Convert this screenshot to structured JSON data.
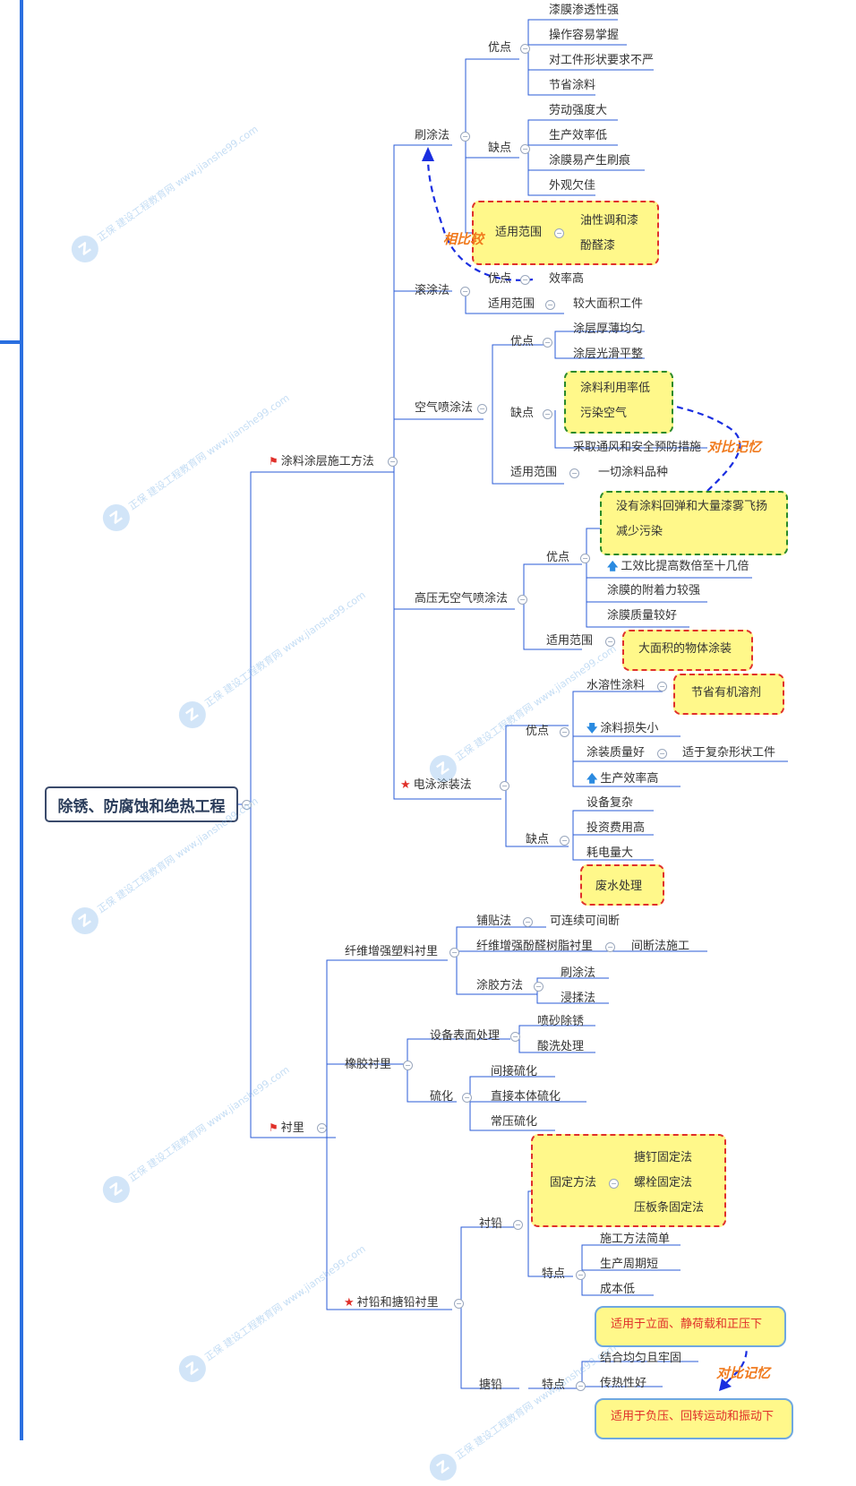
{
  "root": {
    "label": "除锈、防腐蚀和绝热工程"
  },
  "coating": {
    "label": "涂料涂层施工方法",
    "brush": {
      "label": "刷涂法",
      "adv_label": "优点",
      "adv": [
        "漆膜渗透性强",
        "操作容易掌握",
        "对工件形状要求不严",
        "节省涂料"
      ],
      "dis_label": "缺点",
      "dis": [
        "劳动强度大",
        "生产效率低",
        "涂膜易产生刷痕",
        "外观欠佳"
      ],
      "scope_label": "适用范围",
      "scope": [
        "油性调和漆",
        "酚醛漆"
      ]
    },
    "roll": {
      "label": "滚涂法",
      "adv_label": "优点",
      "adv": "效率高",
      "scope_label": "适用范围",
      "scope": "较大面积工件"
    },
    "air": {
      "label": "空气喷涂法",
      "adv_label": "优点",
      "adv": [
        "涂层厚薄均匀",
        "涂层光滑平整"
      ],
      "dis_label": "缺点",
      "dis": [
        "涂料利用率低",
        "污染空气",
        "采取通风和安全预防措施"
      ],
      "scope_label": "适用范围",
      "scope": "一切涂料品种"
    },
    "airless": {
      "label": "高压无空气喷涂法",
      "adv_label": "优点",
      "adv": [
        "没有涂料回弹和大量漆雾飞扬",
        "减少污染",
        "工效比提高数倍至十几倍",
        "涂膜的附着力较强",
        "涂膜质量较好"
      ],
      "scope_label": "适用范围",
      "scope": "大面积的物体涂装"
    },
    "electro": {
      "label": "电泳涂装法",
      "adv_label": "优点",
      "adv": [
        "水溶性涂料",
        "涂料损失小",
        "涂装质量好",
        "生产效率高"
      ],
      "adv_sub_water": "节省有机溶剂",
      "adv_sub_quality": "适于复杂形状工件",
      "dis_label": "缺点",
      "dis": [
        "设备复杂",
        "投资费用高",
        "耗电量大",
        "废水处理"
      ]
    }
  },
  "lining": {
    "label": "衬里",
    "frp": {
      "label": "纤维增强塑料衬里",
      "items": [
        {
          "label": "铺贴法",
          "value": "可连续可间断"
        },
        {
          "label": "纤维增强酚醛树脂衬里",
          "value": "间断法施工"
        }
      ],
      "glue_label": "涂胶方法",
      "glue": [
        "刷涂法",
        "浸揉法"
      ]
    },
    "rubber": {
      "label": "橡胶衬里",
      "surface_label": "设备表面处理",
      "surface": [
        "喷砂除锈",
        "酸洗处理"
      ],
      "cure_label": "硫化",
      "cure": [
        "间接硫化",
        "直接本体硫化",
        "常压硫化"
      ]
    },
    "lead": {
      "label": "衬铅和搪铅衬里",
      "lead_label": "衬铅",
      "fix_label": "固定方法",
      "fix": [
        "搪钉固定法",
        "螺栓固定法",
        "压板条固定法"
      ],
      "feat_label": "特点",
      "feat": [
        "施工方法简单",
        "生产周期短",
        "成本低",
        "适用于立面、静荷载和正压下"
      ],
      "tang_label": "搪铅",
      "tang_feat_label": "特点",
      "tang_feat": [
        "结合均匀且牢固",
        "传热性好",
        "适用于负压、回转运动和振动下"
      ]
    }
  },
  "annotations": {
    "compare": "相比较",
    "memo1": "对比记忆",
    "memo2": "对比记忆"
  },
  "watermark": {
    "brand": "正保",
    "site_cn": "建设工程教育网",
    "url": "www.jianshe99.com"
  },
  "colors": {
    "line": "#2a5bd7",
    "highlight": "#fff88a",
    "red_dash": "#e0302a",
    "green_dash": "#2a8a2a",
    "arrow": "#1a2ee0",
    "anno": "#f07a1e"
  }
}
